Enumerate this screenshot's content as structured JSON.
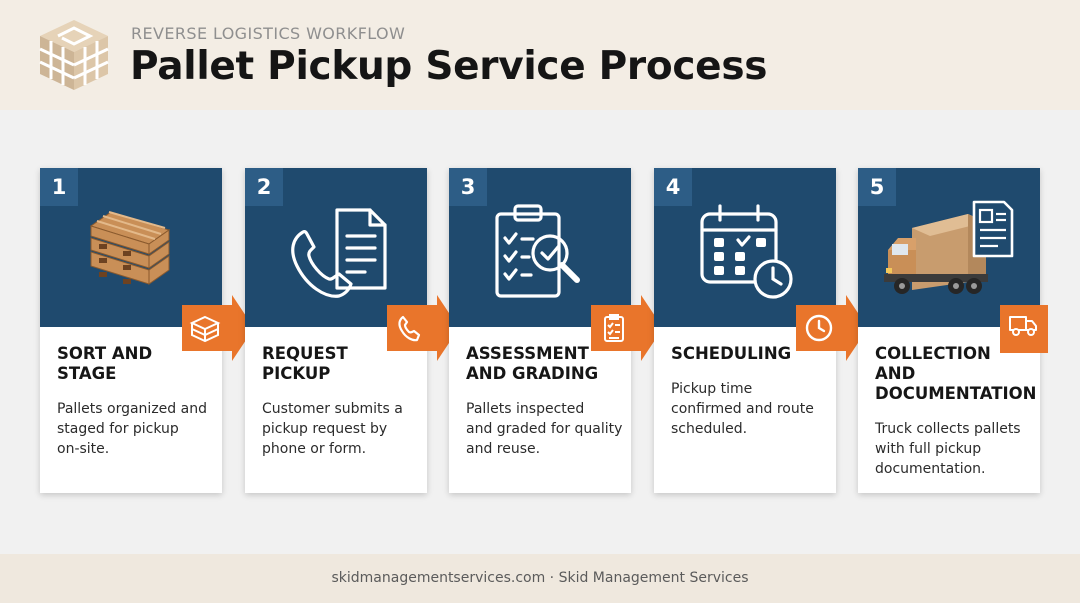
{
  "header": {
    "eyebrow": "REVERSE LOGISTICS WORKFLOW",
    "title": "Pallet Pickup Service Process",
    "logo_icon": "stacked-pallet-logo-icon"
  },
  "colors": {
    "navy": "#1f4a6e",
    "number_badge": "#2d5d86",
    "accent_orange": "#e9752b",
    "header_bg": "#f3ede4",
    "footer_bg": "#efe8de"
  },
  "steps": [
    {
      "number": "1",
      "title_line1": "SORT AND",
      "title_line2": "STAGE",
      "title_line3": "",
      "desc_line1": "Pallets organized and",
      "desc_line2": "staged for pickup",
      "desc_line3": "on-site.",
      "illustration": "stacked-pallets-icon",
      "badge_icon": "pallet-icon"
    },
    {
      "number": "2",
      "title_line1": "REQUEST",
      "title_line2": "PICKUP",
      "title_line3": "",
      "desc_line1": "Customer submits a",
      "desc_line2": "pickup request by",
      "desc_line3": "phone or form.",
      "illustration": "phone-document-icon",
      "badge_icon": "phone-icon"
    },
    {
      "number": "3",
      "title_line1": "ASSESSMENT",
      "title_line2": "AND GRADING",
      "title_line3": "",
      "desc_line1": "Pallets inspected",
      "desc_line2": "and graded for quality",
      "desc_line3": "and reuse.",
      "illustration": "clipboard-magnifier-icon",
      "badge_icon": "checklist-icon"
    },
    {
      "number": "4",
      "title_line1": "SCHEDULING",
      "title_line2": "",
      "title_line3": "",
      "desc_line1": "Pickup time",
      "desc_line2": "confirmed and route",
      "desc_line3": "scheduled.",
      "illustration": "calendar-clock-icon",
      "badge_icon": "clock-icon"
    },
    {
      "number": "5",
      "title_line1": "COLLECTION",
      "title_line2": "AND",
      "title_line3": "DOCUMENTATION",
      "desc_line1": "Truck collects pallets",
      "desc_line2": "with full pickup",
      "desc_line3": "documentation.",
      "illustration": "delivery-truck-document-icon",
      "badge_icon": "truck-icon"
    }
  ],
  "footer": {
    "text": "skidmanagementservices.com · Skid Management Services"
  }
}
